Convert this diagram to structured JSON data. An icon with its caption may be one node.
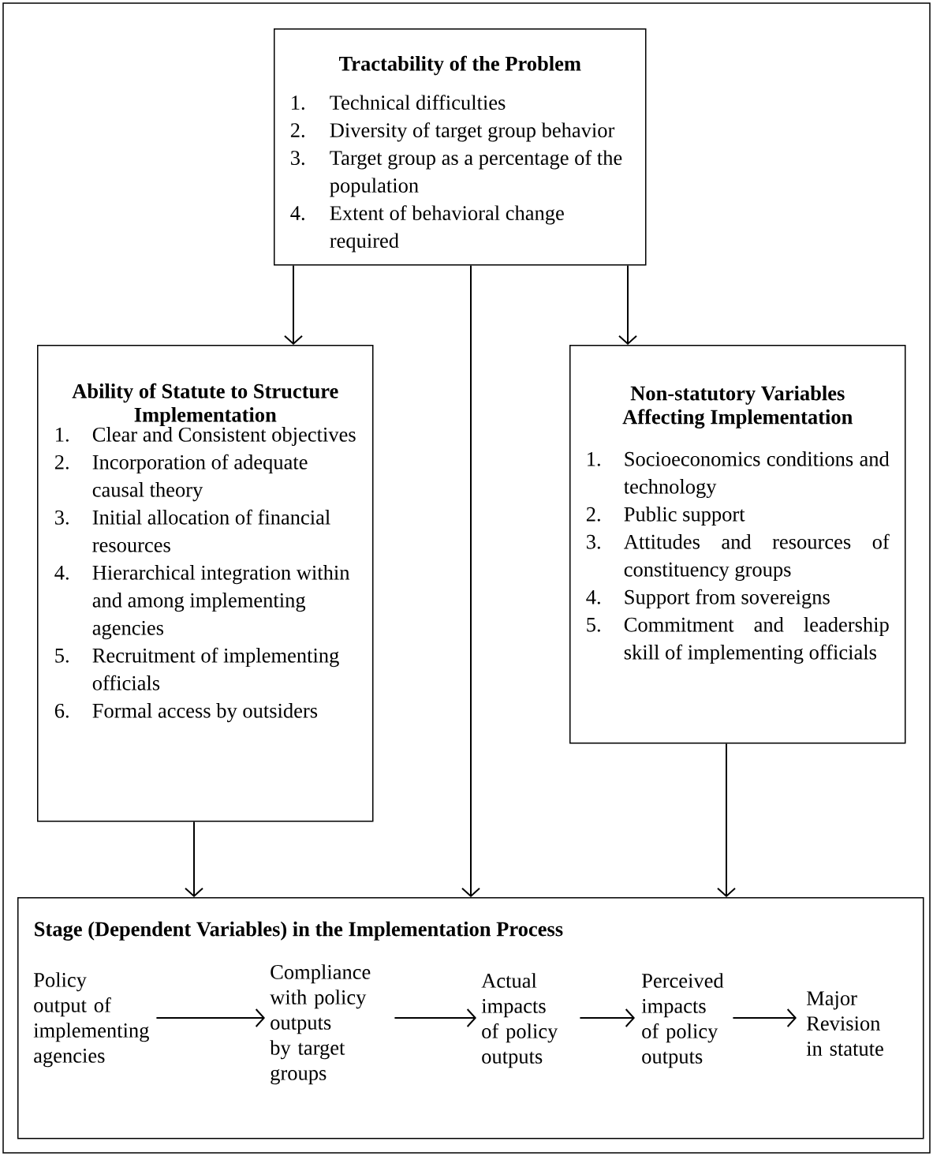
{
  "diagram": {
    "nodes": [
      {
        "text": [
          "Tractability of the Problem",
          "1.",
          "Technical difficulties",
          "2.",
          "Diversity of target group behavior",
          "3.",
          "Target group as a percentage of the population",
          "4.",
          "Extent of behavioral change required"
        ]
      },
      {
        "text": [
          "Ability of Statute to Structure Implementation",
          "1.",
          "Clear and Consistent objectives",
          "2.",
          "Incorporation of adequate causal theory",
          "3.",
          "Initial allocation of financial resources",
          "4.",
          "Hierarchical integration within and among implementing agencies",
          "5.",
          "Recruitment of implementing officials",
          "6.",
          "Formal access by outsiders"
        ]
      },
      {
        "text": [
          "Non-statutory Variables Affecting Implementation",
          "1.",
          "Socioeconomics conditions and technology",
          "2.",
          "Public support",
          "3.",
          "Attitudes and resources of constituency groups",
          "4.",
          "Support from sovereigns",
          "5.",
          "Commitment and leadership skill of implementing officials"
        ]
      },
      {
        "text": [
          "Stage (Dependent Variables) in the Implementation Process"
        ]
      },
      {
        "text": [
          "Policy output of implementing agencies"
        ],
        "in": 3
      },
      {
        "text": [
          "Compliance with policy outputs by target groups"
        ],
        "in": 3
      },
      {
        "text": [
          "Actual impacts of policy outputs"
        ],
        "in": 3
      },
      {
        "text": [
          "Perceived impacts of policy outputs"
        ],
        "in": 3
      },
      {
        "text": [
          "Major Revision in statute"
        ],
        "in": 3
      }
    ],
    "edges": [
      {
        "from": 0,
        "to": 1,
        "arrow": "to"
      },
      {
        "from": 0,
        "to": 3,
        "arrow": "to"
      },
      {
        "from": 0,
        "to": 2,
        "arrow": "to"
      },
      {
        "from": 1,
        "to": 3,
        "arrow": "to"
      },
      {
        "from": 2,
        "to": 3,
        "arrow": "to"
      },
      {
        "from": 4,
        "to": 5,
        "arrow": "to"
      },
      {
        "from": 5,
        "to": 6,
        "arrow": "to"
      },
      {
        "from": 6,
        "to": 7,
        "arrow": "to"
      },
      {
        "from": 7,
        "to": 8,
        "arrow": "to"
      }
    ]
  }
}
